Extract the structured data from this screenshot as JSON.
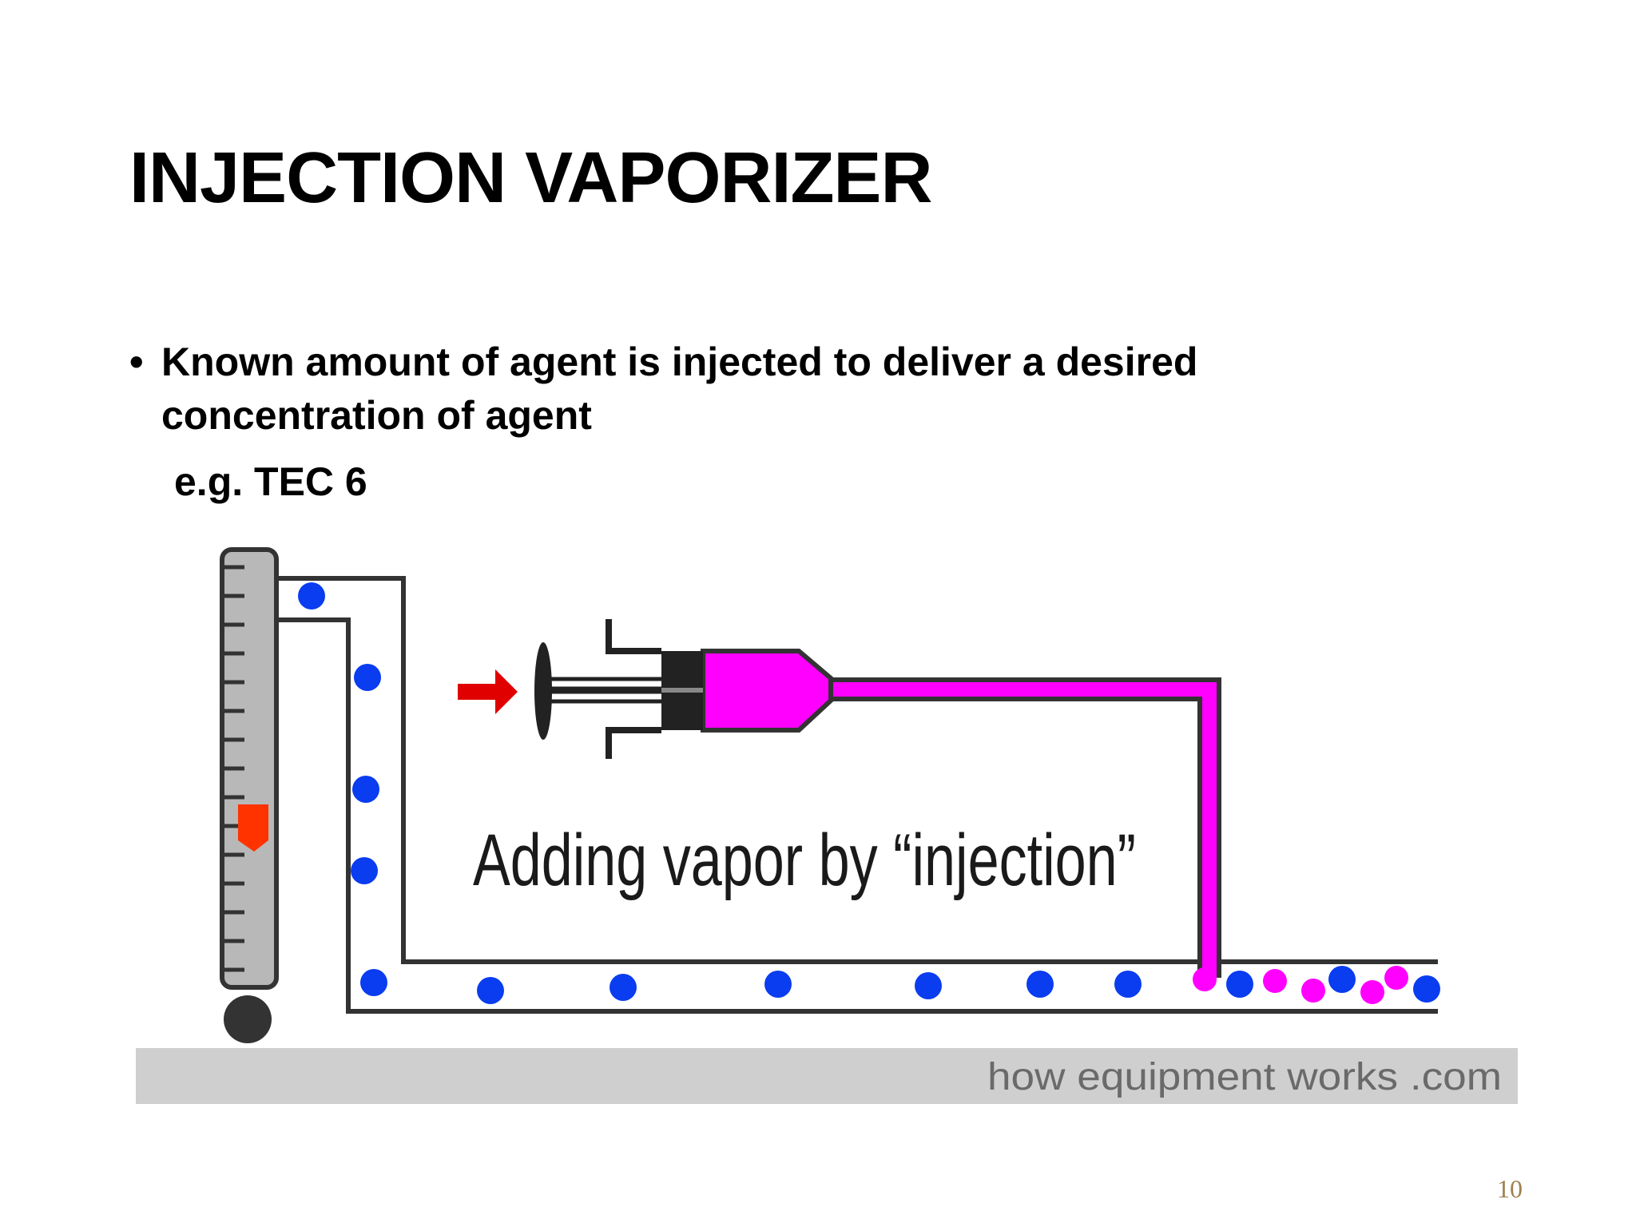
{
  "slide": {
    "title": "INJECTION VAPORIZER",
    "bullet_marker": "•",
    "bullet_text": "Known amount of agent is injected to deliver a desired concentration of agent",
    "example": "e.g. TEC 6",
    "page_number": "10"
  },
  "diagram": {
    "caption": "Adding vapor by “injection”",
    "credit": "how equipment works .com",
    "colors": {
      "carrier_gas_dot": "#0a3cf0",
      "agent_vapor": "#ff00ff",
      "arrow": "#e00000",
      "indicator": "#ff3300",
      "tube_outline": "#333333",
      "footer_band": "#cfcfcf",
      "credit_text": "#6a6a6a"
    },
    "icons": [
      "flowmeter-icon",
      "syringe-icon",
      "push-arrow-icon"
    ]
  }
}
